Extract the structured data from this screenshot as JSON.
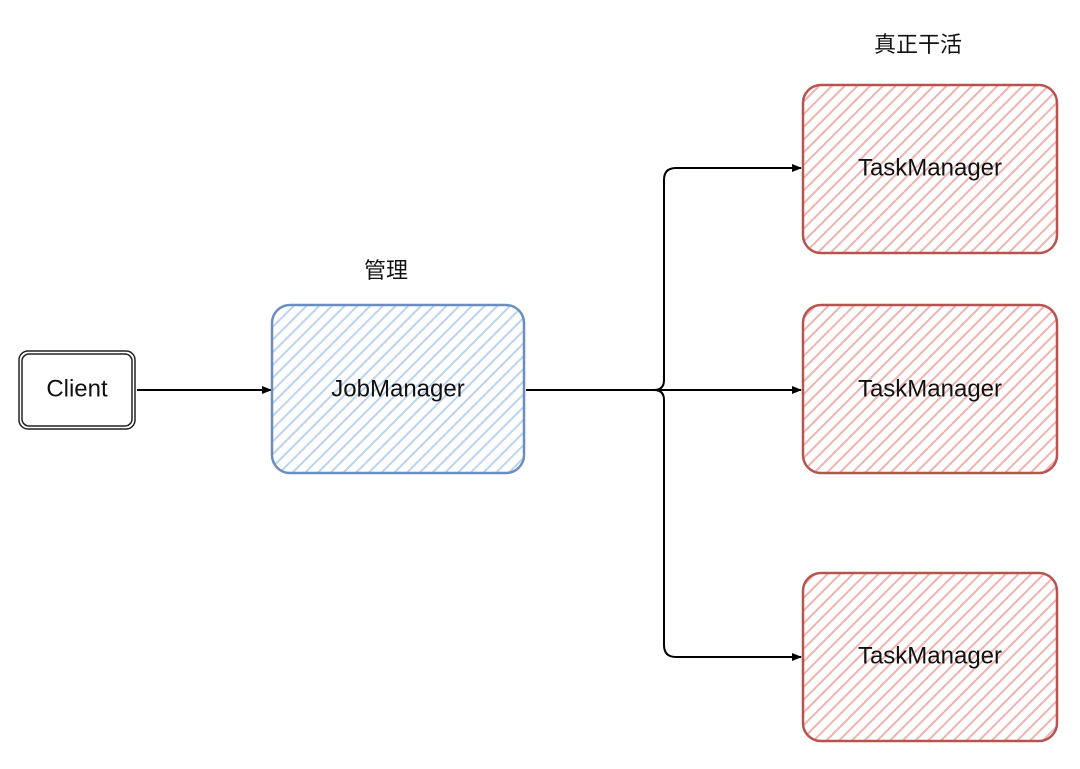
{
  "client": {
    "label": "Client"
  },
  "job_manager": {
    "label": "JobManager",
    "caption": "管理",
    "fill": "#cfe0f7",
    "stroke": "#6c8ebf"
  },
  "task_managers": {
    "caption": "真正干活",
    "fill": "#f5c9c7",
    "stroke": "#b85450",
    "items": [
      {
        "label": "TaskManager"
      },
      {
        "label": "TaskManager"
      },
      {
        "label": "TaskManager"
      }
    ]
  },
  "edges": [
    {
      "from": "Client",
      "to": "JobManager"
    },
    {
      "from": "JobManager",
      "to": "TaskManager 1"
    },
    {
      "from": "JobManager",
      "to": "TaskManager 2"
    },
    {
      "from": "JobManager",
      "to": "TaskManager 3"
    }
  ]
}
